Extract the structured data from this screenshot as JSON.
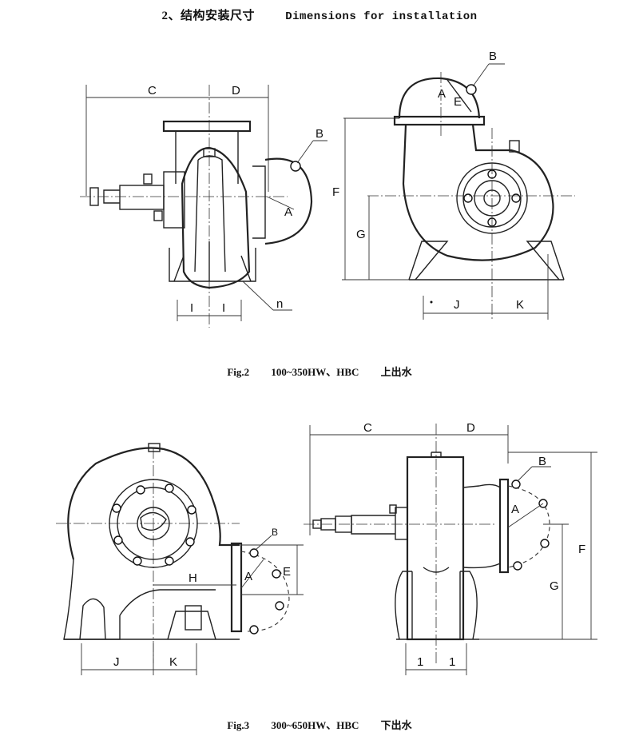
{
  "header": {
    "title_cn": "2、结构安装尺寸",
    "title_en": "Dimensions for installation"
  },
  "fig2": {
    "caption_no": "Fig.2",
    "caption_range": "100~350HW、HBC",
    "caption_cn": "上出水",
    "labels": {
      "C": "C",
      "D": "D",
      "B_left": "B",
      "A_left": "A",
      "I1": "I",
      "I2": "I",
      "n": "n",
      "B_right": "B",
      "A_right": "A",
      "E_right": "E",
      "F": "F",
      "G": "G",
      "J": "J",
      "K": "K"
    }
  },
  "fig3": {
    "caption_no": "Fig.3",
    "caption_range": "300~650HW、HBC",
    "caption_cn": "下出水",
    "labels": {
      "B_left": "B",
      "E": "E",
      "H": "H",
      "A_left": "A",
      "J": "J",
      "K": "K",
      "C": "C",
      "D": "D",
      "B_right": "B",
      "A_right": "A",
      "F": "F",
      "G": "G",
      "l1": "1",
      "l2": "1"
    }
  }
}
